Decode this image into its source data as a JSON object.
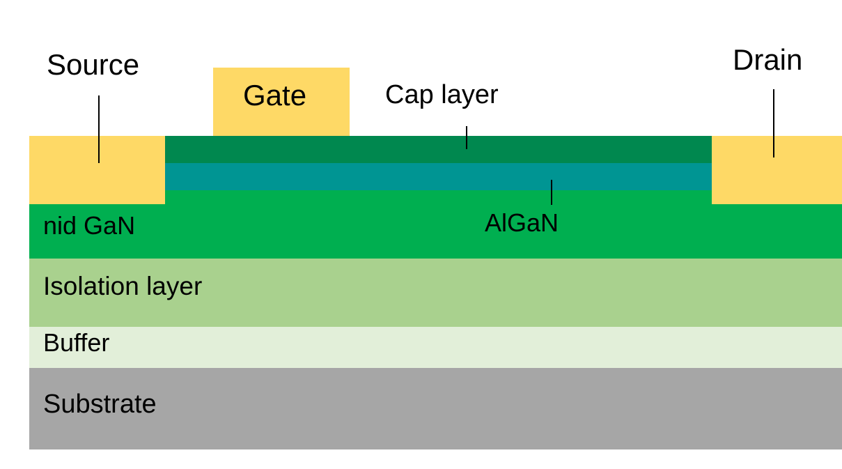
{
  "labels": {
    "source": "Source",
    "gate": "Gate",
    "drain": "Drain",
    "cap_layer": "Cap layer",
    "algan": "AlGaN",
    "nid_gan": "nid GaN",
    "isolation_layer": "Isolation layer",
    "buffer": "Buffer",
    "substrate": "Substrate"
  },
  "colors": {
    "contact": "#FED966",
    "cap_layer": "#00884F",
    "algan": "#009593",
    "nid_gan": "#00AF50",
    "isolation_layer": "#A9D18E",
    "buffer": "#E2EFD9",
    "substrate": "#A6A6A6",
    "text": "#000000"
  }
}
